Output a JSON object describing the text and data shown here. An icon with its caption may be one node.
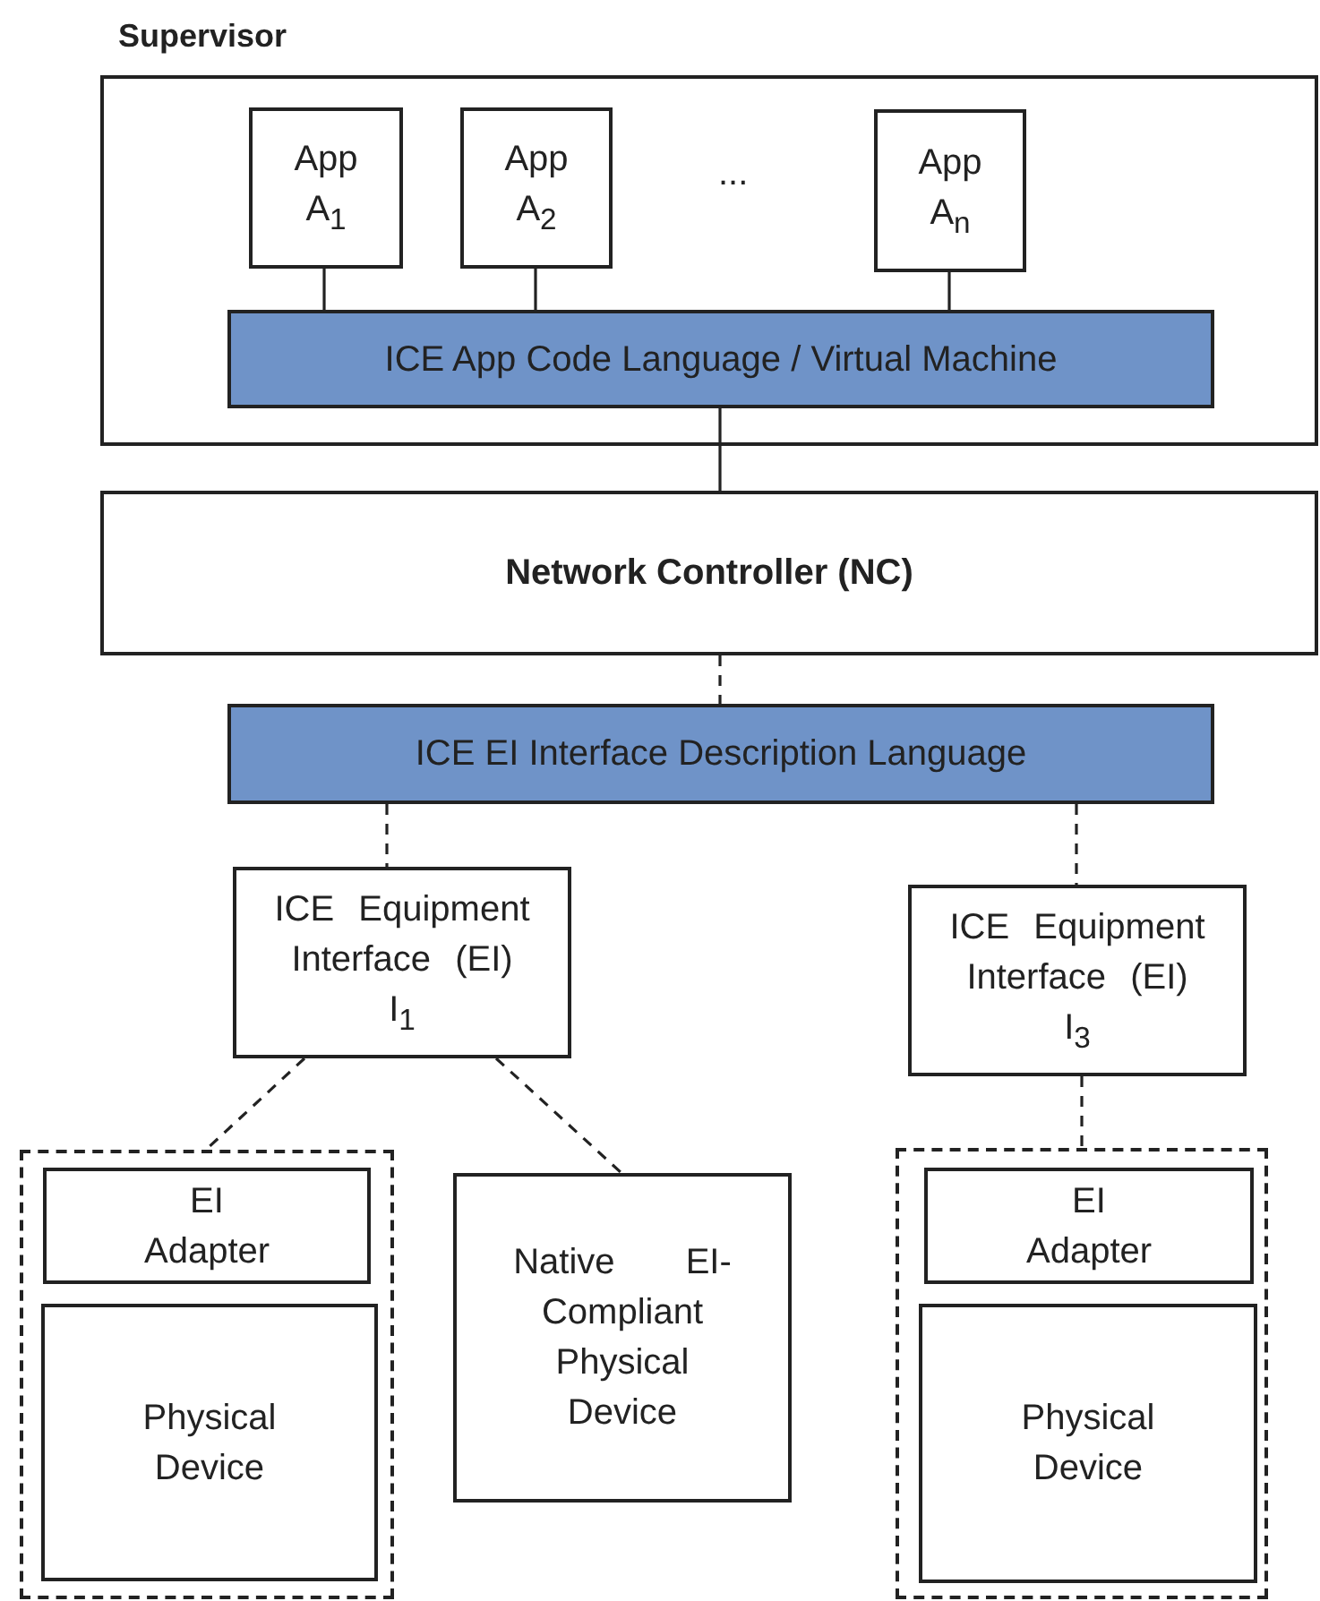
{
  "diagram": {
    "nodes": [
      {
        "text": [
          "Supervisor"
        ]
      },
      {
        "text": [
          "App A$_{1}$"
        ],
        "in": 0
      },
      {
        "text": [
          "App A$_{2}$"
        ],
        "in": 0
      },
      {
        "text": [
          "App A$_{n}$"
        ],
        "in": 0
      },
      {
        "text": [
          "ICE App Code Language / Virtual Machine"
        ],
        "in": 0
      },
      {
        "text": [
          "Network Controller (NC)"
        ]
      },
      {
        "text": [
          "ICE EI Interface Description Language"
        ]
      },
      {
        "text": [
          "ICE Equipment Interface (EI) I$_{1}$"
        ]
      },
      {
        "text": [
          "ICE Equipment Interface (EI) I$_{3}$"
        ]
      },
      {
        "text": [],
        "shape": "box"
      },
      {
        "text": [
          "EI Adapter"
        ],
        "in": 9
      },
      {
        "text": [
          "Physical Device"
        ],
        "in": 9
      },
      {
        "text": [
          "Native EI-Compliant Physical Device"
        ]
      },
      {
        "text": [],
        "shape": "box"
      },
      {
        "text": [
          "EI Adapter"
        ],
        "in": 13
      },
      {
        "text": [
          "Physical Device"
        ],
        "in": 13
      }
    ],
    "edges": [
      {
        "from": 1,
        "to": 4,
        "arrow": "none"
      },
      {
        "from": 2,
        "to": 4,
        "arrow": "none"
      },
      {
        "from": 3,
        "to": 4,
        "arrow": "none"
      },
      {
        "from": 4,
        "to": 5,
        "arrow": "none"
      },
      {
        "from": 5,
        "to": 6,
        "arrow": "none",
        "style": "dashed"
      },
      {
        "from": 6,
        "to": 7,
        "arrow": "none",
        "style": "dashed"
      },
      {
        "from": 6,
        "to": 8,
        "arrow": "none",
        "style": "dashed"
      },
      {
        "from": 7,
        "to": 9,
        "arrow": "none",
        "style": "dashed"
      },
      {
        "from": 7,
        "to": 12,
        "arrow": "none",
        "style": "dashed"
      },
      {
        "from": 8,
        "to": 13,
        "arrow": "none",
        "style": "dashed"
      }
    ],
    "labels": [
      "..."
    ]
  }
}
